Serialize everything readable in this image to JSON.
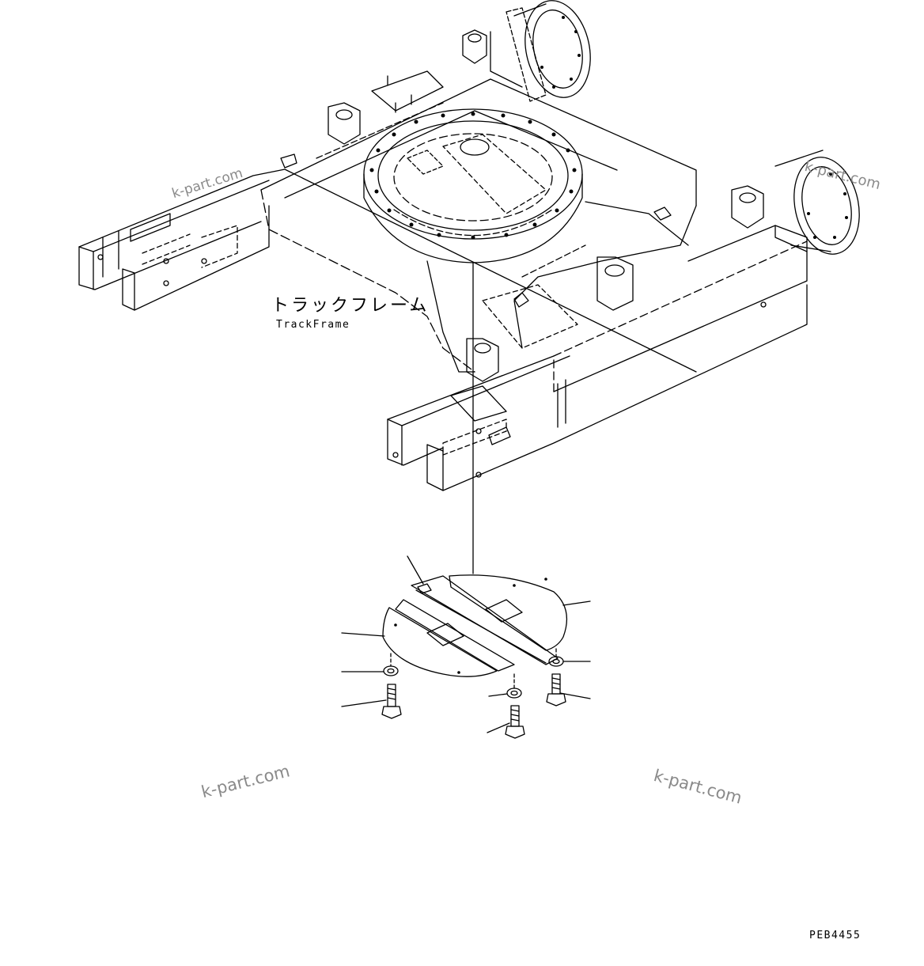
{
  "labels": {
    "jp_name": "トラックフレーム",
    "en_name": "TrackFrame",
    "drawing_code": "PEB4455"
  },
  "watermarks": [
    "k-part.com",
    "k-part.com",
    "k-part.com",
    "k-part.com"
  ],
  "colors": {
    "line": "#000000",
    "watermark": "#8a8a8a",
    "background": "#ffffff"
  }
}
